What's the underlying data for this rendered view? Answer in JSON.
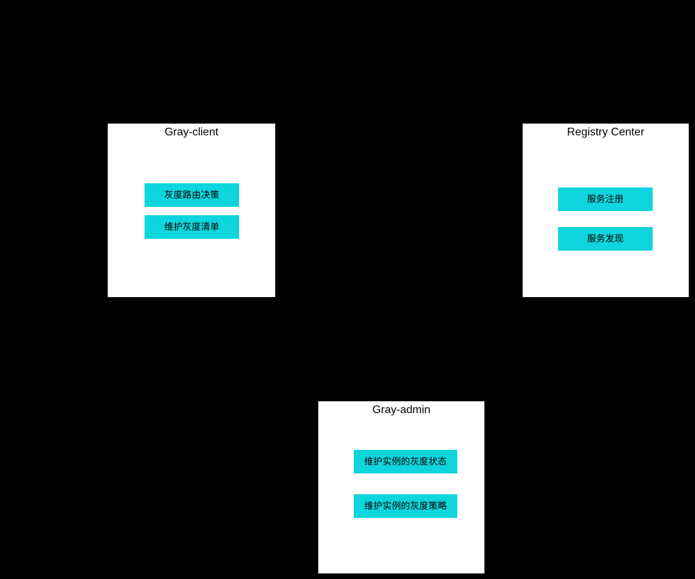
{
  "diagram": {
    "background_color": "#000000",
    "card_background_color": "#ffffff",
    "node_color": "#0FD5DC",
    "text_color": "#000000",
    "cards": [
      {
        "id": "gray-client",
        "title": "Gray-client",
        "nodes": [
          {
            "label": "灰度路由决策"
          },
          {
            "label": "维护灰度清单"
          }
        ]
      },
      {
        "id": "registry-center",
        "title": "Registry Center",
        "nodes": [
          {
            "label": "服务注册"
          },
          {
            "label": "服务发现"
          }
        ]
      },
      {
        "id": "gray-admin",
        "title": "Gray-admin",
        "nodes": [
          {
            "label": "维护实例的灰度状态"
          },
          {
            "label": "维护实例的灰度策略"
          }
        ]
      }
    ]
  }
}
